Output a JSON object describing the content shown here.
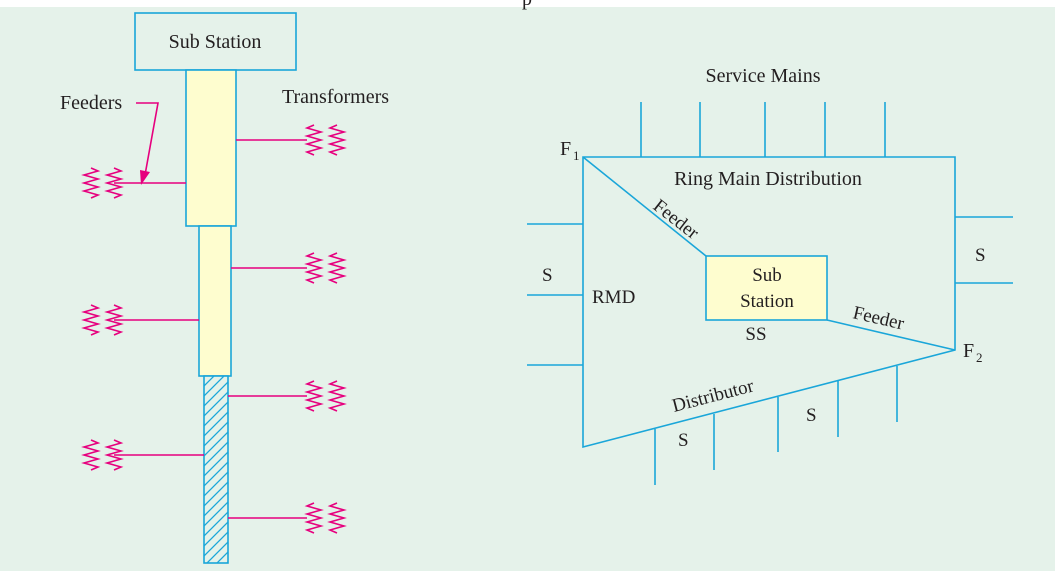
{
  "colors": {
    "background": "#e5f2ea",
    "line": "#1aa6d9",
    "accent": "#e6007e",
    "box_fill": "#fefdcf",
    "text": "#231f20"
  },
  "radial": {
    "substation_label": "Sub Station",
    "feeders_label": "Feeders",
    "transformers_label": "Transformers"
  },
  "ring": {
    "service_mains_label": "Service Mains",
    "f1_letter": "F",
    "f1_sub": "1",
    "f2_letter": "F",
    "f2_sub": "2",
    "ring_main_label": "Ring Main Distribution",
    "feeder_top_label": "Feeder",
    "feeder_right_label": "Feeder",
    "substation_line1": "Sub",
    "substation_line2": "Station",
    "ss_label": "SS",
    "rmd_label": "RMD",
    "s_left": "S",
    "s_right": "S",
    "s_bottom_left": "S",
    "s_bottom_right": "S",
    "distributor_label": "Distributor"
  },
  "top_partial_text": "p"
}
